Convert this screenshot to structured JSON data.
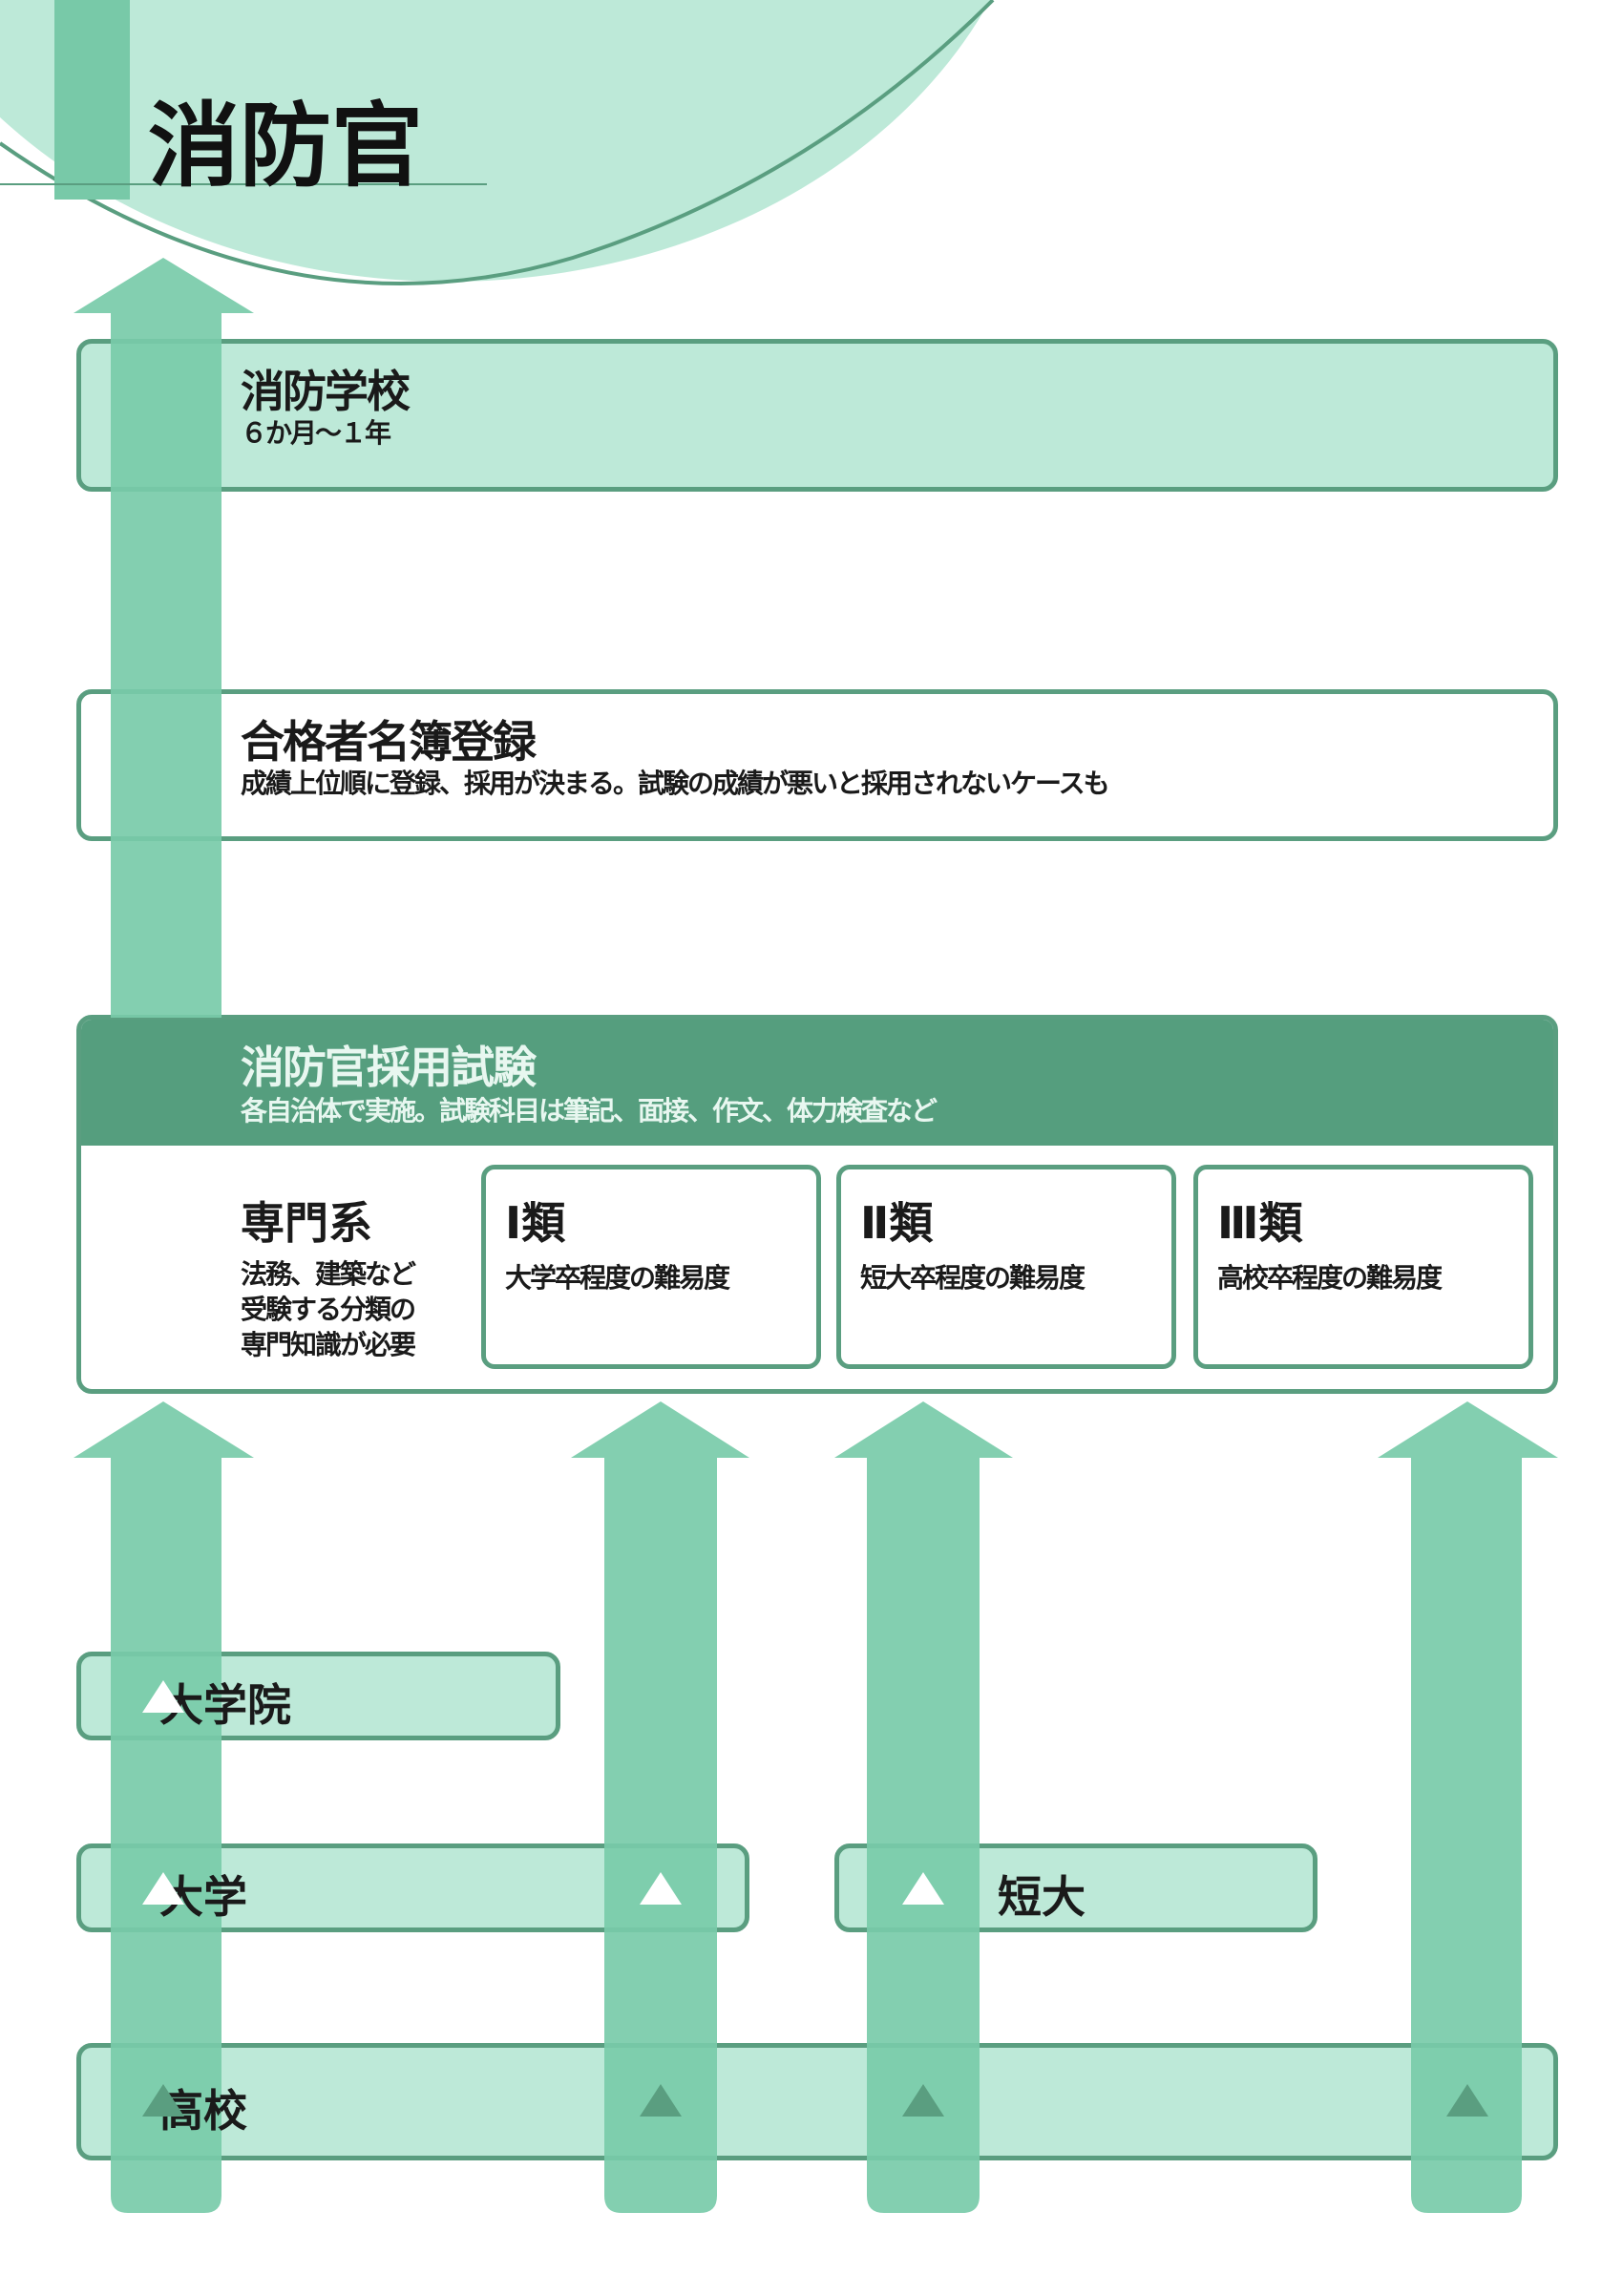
{
  "title": "消防官",
  "school": {
    "title": "消防学校",
    "sub": "６か月～１年"
  },
  "register": {
    "title": "合格者名簿登録",
    "sub": "成績上位順に登録、採用が決まる。試験の成績が悪いと採用されないケースも"
  },
  "exam": {
    "title": "消防官採用試験",
    "sub": "各自治体で実施。試験科目は筆記、面接、作文、体力検査など",
    "specialty": {
      "title": "専門系",
      "desc": [
        "法務、建築など",
        "受験する分類の",
        "専門知識が必要"
      ]
    },
    "categories": [
      {
        "title": "Ⅰ類",
        "desc": "大学卒程度の難易度"
      },
      {
        "title": "Ⅱ類",
        "desc": "短大卒程度の難易度"
      },
      {
        "title": "Ⅲ類",
        "desc": "高校卒程度の難易度"
      }
    ]
  },
  "levels": {
    "grad": "大学院",
    "univ": "大学",
    "junior": "短大",
    "high": "高校"
  },
  "colors": {
    "arrow": "#78cba9",
    "box_fill": "#bde9d8",
    "border": "#5a9e80",
    "header": "#559e7e"
  }
}
